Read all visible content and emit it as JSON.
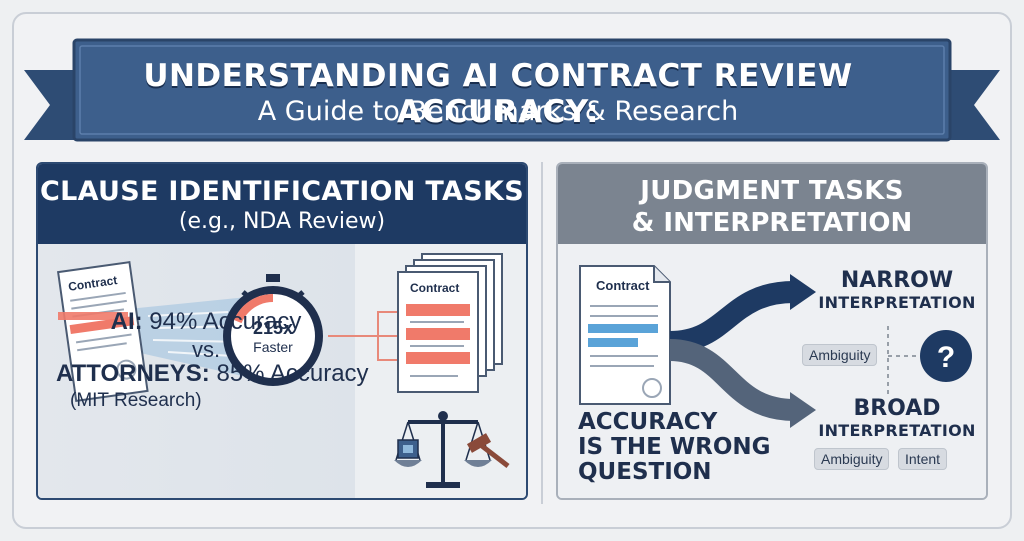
{
  "banner": {
    "title": "UNDERSTANDING AI CONTRACT REVIEW ACCURACY:",
    "subtitle": "A Guide to Benchmarks & Research"
  },
  "left_panel": {
    "heading_line1": "CLAUSE IDENTIFICATION TASKS",
    "heading_line2": "(e.g., NDA Review)",
    "contract_label": "Contract",
    "stack_label": "Contract",
    "timer_value": "215x",
    "timer_label": "Faster",
    "ai_label": "AI:",
    "ai_accuracy": "94% Accuracy",
    "vs": "vs.",
    "attorneys_label": "ATTORNEYS:",
    "attorneys_accuracy": "85% Accuracy",
    "source": "(MIT Research)"
  },
  "right_panel": {
    "heading_line1": "JUDGMENT TASKS",
    "heading_line2": "& INTERPRETATION",
    "contract_label": "Contract",
    "accuracy_question_line1": "ACCURACY",
    "accuracy_question_line2": "IS THE WRONG",
    "accuracy_question_line3": "QUESTION",
    "narrow_big": "NARROW",
    "narrow_small": "INTERPRETATION",
    "broad_big": "BROAD",
    "broad_small": "INTERPRETATION",
    "tag_ambiguity_1": "Ambiguity",
    "tag_ambiguity_2": "Ambiguity",
    "tag_intent": "Intent",
    "question_mark": "?"
  },
  "colors": {
    "navy": "#1e3a63",
    "banner_blue": "#3d5f8c",
    "highlight_red": "#f07a6a",
    "highlight_blue": "#5aa3d8",
    "gray_header": "#7b8490"
  },
  "icons": [
    "contract-document-icon",
    "stopwatch-icon",
    "document-stack-icon",
    "scales-of-justice-icon",
    "chip-icon",
    "gavel-icon",
    "branching-arrows-icon",
    "question-icon"
  ]
}
